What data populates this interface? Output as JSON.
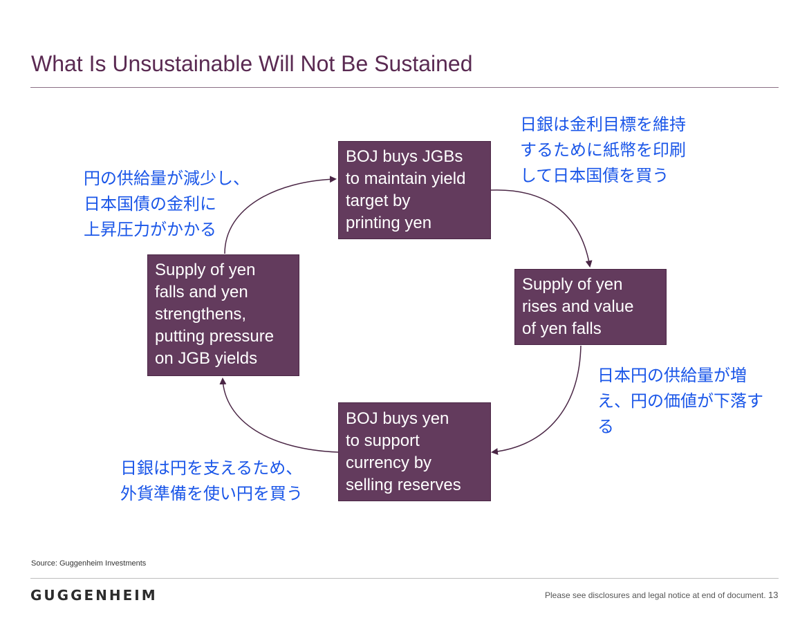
{
  "title": "What Is Unsustainable Will Not Be Sustained",
  "boxes": {
    "top": "BOJ buys JGBs\nto maintain yield\ntarget by\nprinting yen",
    "right": "Supply of yen\nrises and value\nof yen falls",
    "bottom": "BOJ buys yen\nto support\ncurrency by\nselling reserves",
    "left": "Supply of yen\nfalls and yen\nstrengthens,\nputting pressure\non JGB yields"
  },
  "notes": {
    "top_left": "円の供給量が減少し、\n日本国債の金利に\n上昇圧力がかかる",
    "top_right": "日銀は金利目標を維持\nするために紙幣を印刷\nして日本国債を買う",
    "right": "日本円の供給量が増\nえ、円の価値が下落す\nる",
    "bottom": "日銀は円を支えるため、\n外貨準備を使い円を買う"
  },
  "colors": {
    "box_fill": "#633b5d",
    "title": "#5a2a52",
    "note_text": "#1a56e8",
    "arrow": "#4a2645"
  },
  "footer": {
    "source": "Source: Guggenheim Investments",
    "logo": "GUGGENHEIM",
    "disclaimer": "Please see disclosures and legal notice at end of document.",
    "page": "13"
  }
}
